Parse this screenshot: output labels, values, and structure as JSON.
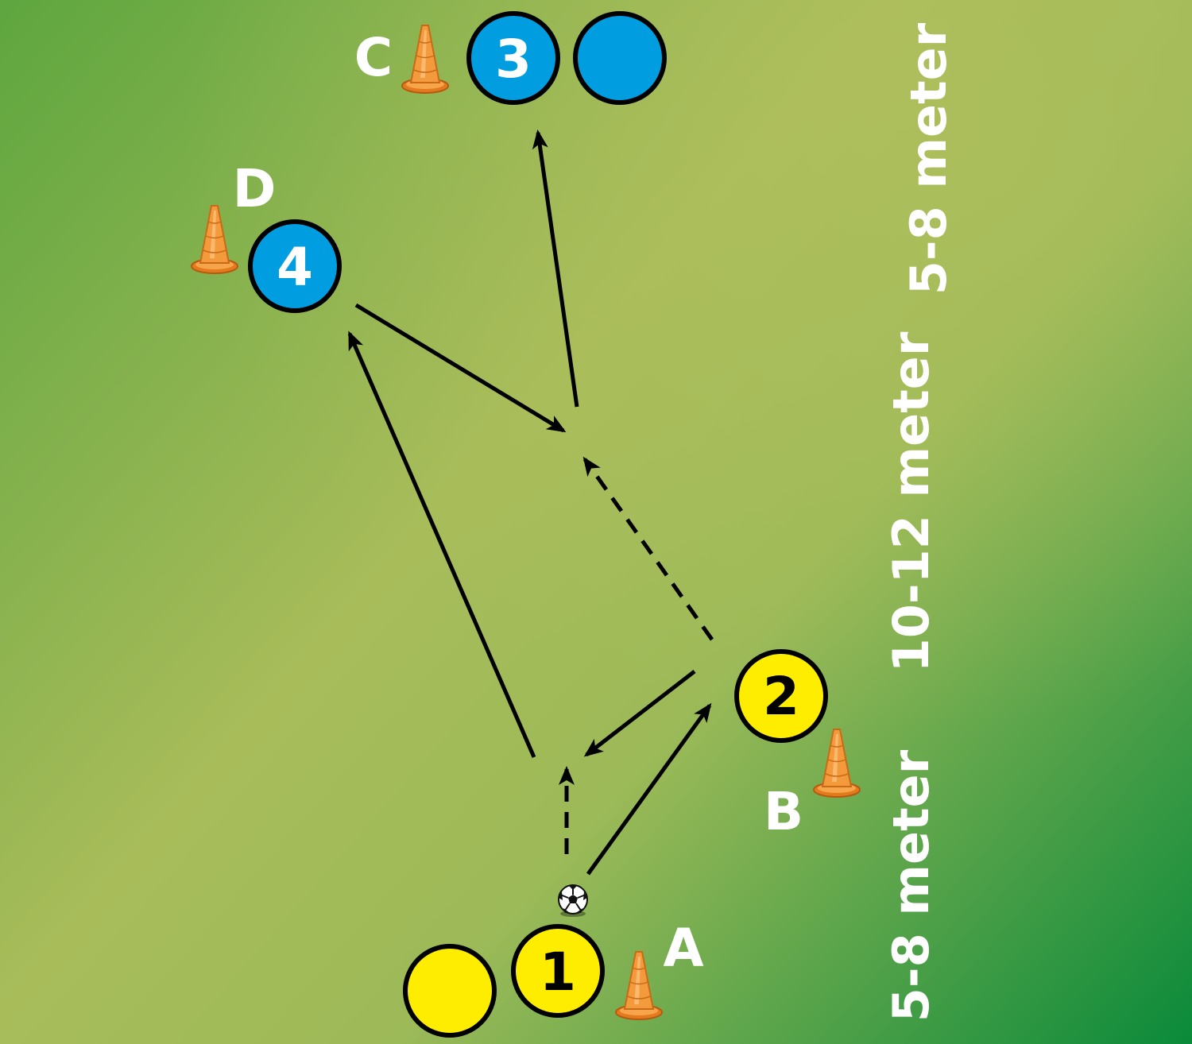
{
  "diagram": {
    "players": [
      {
        "id": "p1",
        "number": "1",
        "team": "yellow"
      },
      {
        "id": "p1b",
        "number": "",
        "team": "yellow"
      },
      {
        "id": "p2",
        "number": "2",
        "team": "yellow"
      },
      {
        "id": "p3",
        "number": "3",
        "team": "blue"
      },
      {
        "id": "p3b",
        "number": "",
        "team": "blue"
      },
      {
        "id": "p4",
        "number": "4",
        "team": "blue"
      }
    ],
    "cones": [
      "A",
      "B",
      "C",
      "D"
    ],
    "distances": [
      "5-8 meter",
      "10-12 meter",
      "5-8 meter"
    ],
    "colors": {
      "field_light": "#a8bc5a",
      "field_dark": "#0a8a3a",
      "yellow_player": "#ffed00",
      "blue_player": "#009ee0",
      "cone": "#f39a3c",
      "arrow": "#000000",
      "label": "#ffffff"
    },
    "icons": [
      "cone-icon",
      "soccer-ball-icon"
    ]
  }
}
